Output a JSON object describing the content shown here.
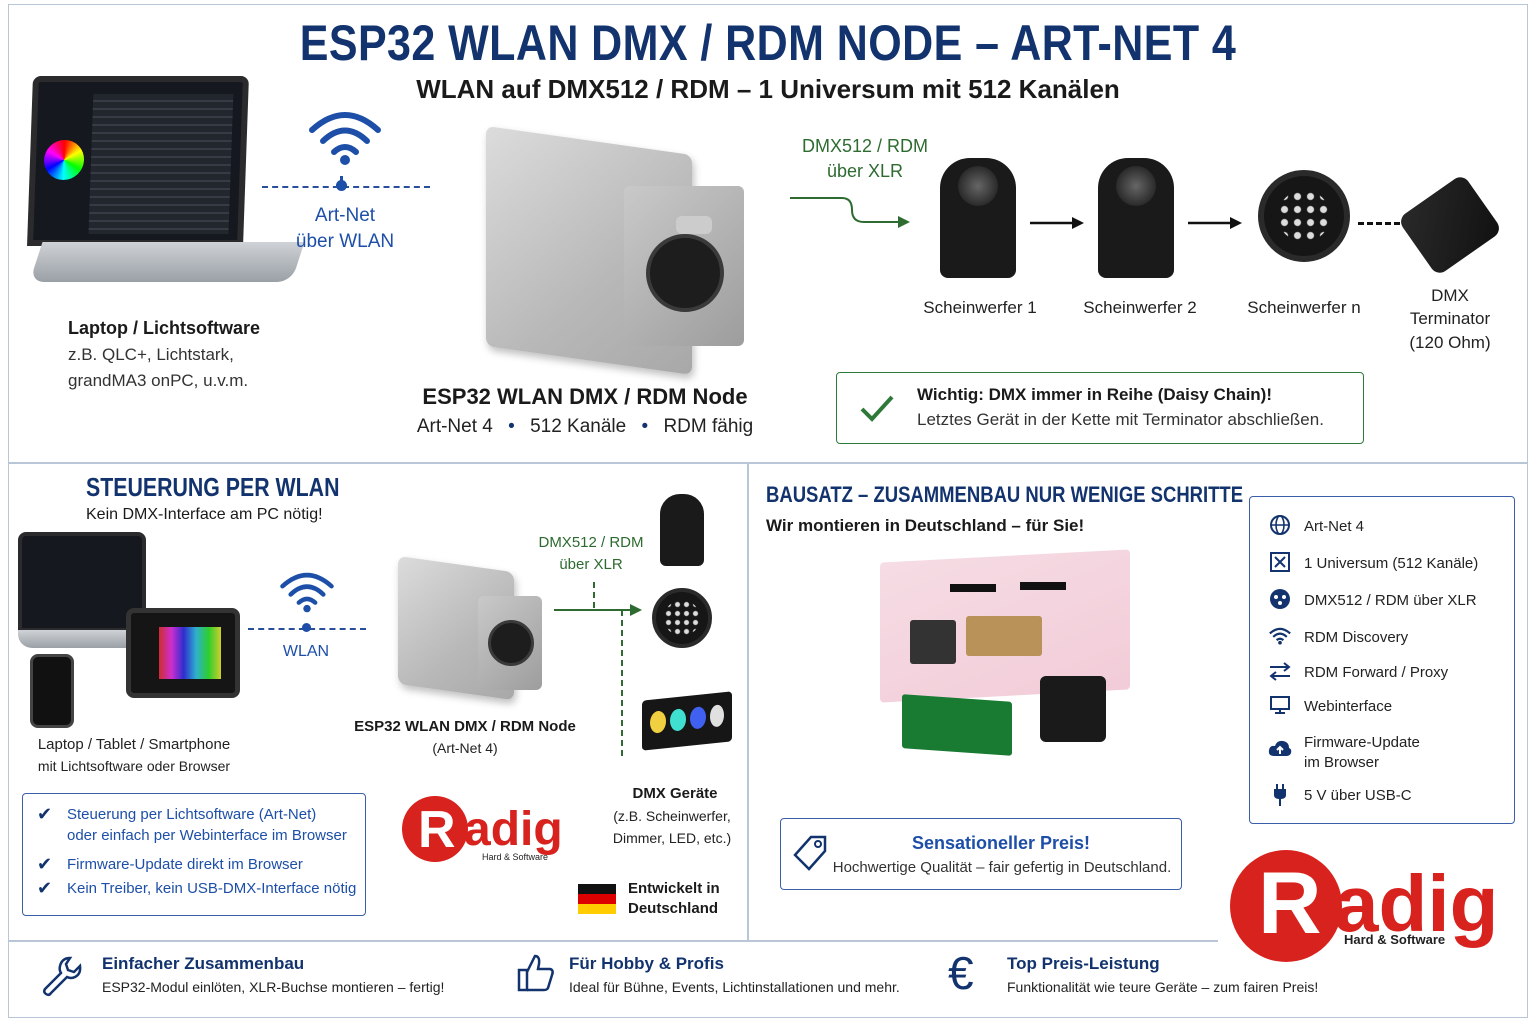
{
  "header": {
    "title": "ESP32 WLAN DMX / RDM NODE – ART-NET 4",
    "subtitle": "WLAN auf DMX512 / RDM – 1 Universum mit 512 Kanälen"
  },
  "top": {
    "laptop_title": "Laptop / Lichtsoftware",
    "laptop_desc1": "z.B. QLC+, Lichtstark,",
    "laptop_desc2": "grandMA3 onPC, u.v.m.",
    "artnet_line1": "Art-Net",
    "artnet_line2": "über WLAN",
    "node_title": "ESP32 WLAN DMX / RDM Node",
    "node_f1": "Art-Net 4",
    "node_f2": "512 Kanäle",
    "node_f3": "RDM fähig",
    "bullet": "•",
    "dmx_line1": "DMX512 / RDM",
    "dmx_line2": "über XLR",
    "fixture1": "Scheinwerfer 1",
    "fixture2": "Scheinwerfer 2",
    "fixturen": "Scheinwerfer n",
    "term1": "DMX",
    "term2": "Terminator",
    "term3": "(120 Ohm)",
    "note1": "Wichtig: DMX immer in Reihe (Daisy Chain)!",
    "note2": "Letztes Gerät in der Kette mit Terminator abschließen."
  },
  "left": {
    "heading": "STEUERUNG PER WLAN",
    "subheading": "Kein DMX-Interface am PC nötig!",
    "wlan": "WLAN",
    "devices1": "Laptop / Tablet / Smartphone",
    "devices2": "mit Lichtsoftware oder Browser",
    "dmx_line1": "DMX512 / RDM",
    "dmx_line2": "über XLR",
    "node1": "ESP32 WLAN DMX / RDM Node",
    "node2": "(Art-Net 4)",
    "geraete1": "DMX Geräte",
    "geraete2": "(z.B. Scheinwerfer,",
    "geraete3": "Dimmer, LED, etc.)",
    "checks": [
      "Steuerung per Lichtsoftware (Art-Net)",
      "oder einfach per Webinterface im Browser",
      "Firmware-Update direkt im Browser",
      "Kein Treiber, kein USB-DMX-Interface nötig"
    ],
    "made1": "Entwickelt in",
    "made2": "Deutschland",
    "logo_r": "R",
    "logo_adig": "adig",
    "logo_sub": "Hard & Software"
  },
  "right": {
    "heading": "BAUSATZ – ZUSAMMENBAU NUR WENIGE SCHRITTE",
    "subheading": "Wir montieren in Deutschland – für Sie!",
    "price_title": "Sensationeller Preis!",
    "price_desc": "Hochwertige Qualität – fair gefertig in Deutschland.",
    "features": [
      {
        "icon": "globe-icon",
        "label": "Art-Net 4"
      },
      {
        "icon": "universe-icon",
        "label": "1 Universum (512 Kanäle)"
      },
      {
        "icon": "xlr-icon",
        "label": "DMX512 / RDM über XLR"
      },
      {
        "icon": "wifi-icon",
        "label": "RDM Discovery"
      },
      {
        "icon": "arrows-icon",
        "label": "RDM Forward / Proxy"
      },
      {
        "icon": "monitor-icon",
        "label": "Webinterface"
      },
      {
        "icon": "cloud-upload-icon",
        "label": "Firmware-Update"
      },
      {
        "icon": "plug-icon",
        "label": "5 V über USB-C"
      }
    ],
    "firmware_line2": "im Browser",
    "logo_r": "R",
    "logo_adig": "adig",
    "logo_sub": "Hard & Software"
  },
  "footer": {
    "f1_title": "Einfacher Zusammenbau",
    "f1_desc": "ESP32-Modul einlöten, XLR-Buchse montieren – fertig!",
    "f2_title": "Für Hobby & Profis",
    "f2_desc": "Ideal für Bühne, Events, Lichtinstallationen und mehr.",
    "f3_title": "Top Preis-Leistung",
    "f3_desc": "Funktionalität wie teure Geräte – zum fairen Preis!",
    "euro": "€"
  },
  "colors": {
    "navy": "#12336e",
    "green": "#2d7a38",
    "red": "#d8221e",
    "border": "#b9c6d8"
  }
}
